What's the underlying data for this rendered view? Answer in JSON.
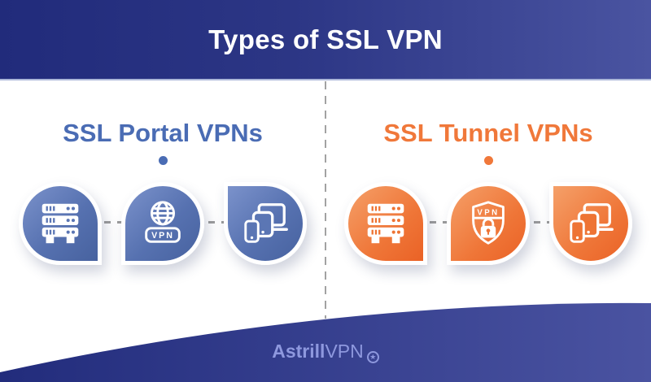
{
  "header": {
    "title": "Types of SSL VPN"
  },
  "sections": [
    {
      "heading": "SSL Portal VPNs",
      "accent_color": "#4a6cb4",
      "icon_gradient": [
        "#7b92cb",
        "#47629f"
      ],
      "icons": [
        {
          "name": "server-rack-icon"
        },
        {
          "name": "globe-vpn-icon",
          "label": "VPN"
        },
        {
          "name": "devices-icon"
        }
      ]
    },
    {
      "heading": "SSL Tunnel VPNs",
      "accent_color": "#f0783a",
      "icon_gradient": [
        "#f5a069",
        "#ea6226"
      ],
      "icons": [
        {
          "name": "server-rack-icon"
        },
        {
          "name": "shield-vpn-lock-icon",
          "label": "VPN"
        },
        {
          "name": "devices-icon"
        }
      ]
    }
  ],
  "footer": {
    "brand_bold": "Astrill",
    "brand_regular": "VPN",
    "star_glyph": "★"
  },
  "colors": {
    "header_gradient_start": "#212b7b",
    "header_gradient_end": "#4a54a1",
    "header_underline": "#adb8d9",
    "blue_accent": "#4a6cb4",
    "orange_accent": "#f0783a",
    "connector_gray": "#9c9c9c",
    "footer_gradient_start": "#222c7c",
    "footer_gradient_end": "#4a53a1",
    "footer_text": "#8e98de",
    "background": "#ffffff"
  }
}
